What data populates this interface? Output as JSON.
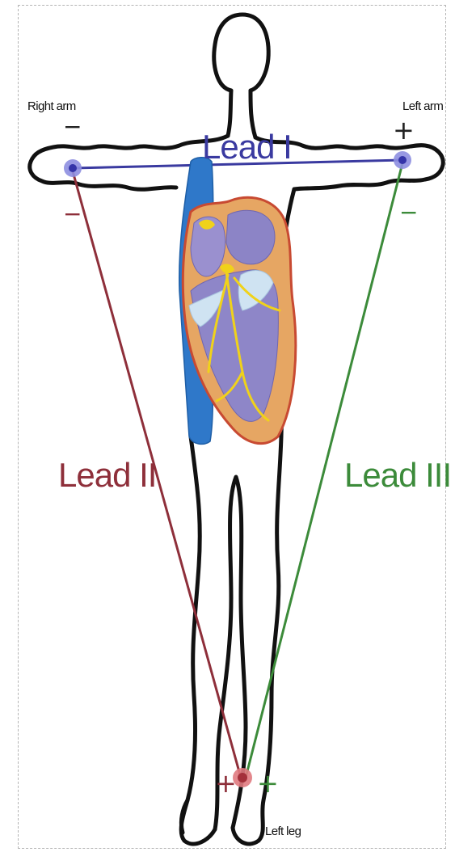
{
  "labels": {
    "right_arm": "Right arm",
    "left_arm": "Left arm",
    "left_leg": "Left leg",
    "lead_1": "Lead I",
    "lead_2": "Lead II",
    "lead_3": "Lead III"
  },
  "polarity": {
    "right_arm_upper": "−",
    "right_arm_lower": "−",
    "left_arm_upper": "+",
    "left_arm_lower": "−",
    "leg_left": "+",
    "leg_right": "+"
  },
  "colors": {
    "lead_1": "#3a3aa0",
    "lead_2": "#8e2f3a",
    "lead_3": "#3c8b3a",
    "body_outline": "#111111"
  }
}
